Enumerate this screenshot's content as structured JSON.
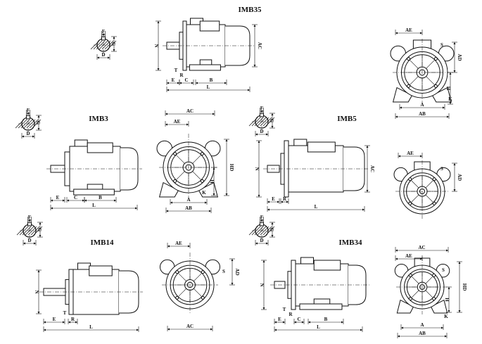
{
  "imb35": {
    "title": "IMB35",
    "shaft": {
      "F": "F",
      "G": "G",
      "D": "D"
    },
    "side": {
      "N": "N",
      "AC": "AC",
      "T": "T",
      "R": "R",
      "E": "E",
      "C": "C",
      "B": "B",
      "L": "L"
    },
    "end": {
      "AE": "AE",
      "S": "S",
      "AD": "AD",
      "H": "H",
      "A": "A",
      "AB": "AB",
      "K": "K"
    }
  },
  "imb3": {
    "title": "IMB3",
    "shaft": {
      "F": "F",
      "G": "G",
      "D": "D"
    },
    "side": {
      "E": "E",
      "C": "C",
      "B": "B",
      "L": "L"
    },
    "end": {
      "AC": "AC",
      "AE": "AE",
      "HD": "HD",
      "H": "H",
      "A": "A",
      "AB": "AB",
      "K": "K"
    }
  },
  "imb5": {
    "title": "IMB5",
    "shaft": {
      "F": "F",
      "G": "G",
      "D": "D"
    },
    "side": {
      "N": "N",
      "AC": "AC",
      "E": "E",
      "R": "R",
      "L": "L"
    },
    "end": {
      "AE": "AE",
      "S": "S",
      "AD": "AD"
    }
  },
  "imb14": {
    "title": "IMB14",
    "shaft": {
      "F": "F",
      "G": "G",
      "D": "D"
    },
    "side": {
      "N": "N",
      "E": "E",
      "T": "T",
      "R": "R",
      "L": "L"
    },
    "end": {
      "AE": "AE",
      "S": "S",
      "AD": "AD",
      "AC": "AC"
    }
  },
  "imb34": {
    "title": "IMB34",
    "shaft": {
      "F": "F",
      "G": "G",
      "D": "D"
    },
    "side": {
      "N": "N",
      "E": "E",
      "T": "T",
      "R": "R",
      "C": "C",
      "B": "B",
      "L": "L"
    },
    "end": {
      "AC": "AC",
      "AE": "AE",
      "S": "S",
      "HD": "HD",
      "H": "H",
      "A": "A",
      "AB": "AB",
      "K": "K"
    }
  }
}
